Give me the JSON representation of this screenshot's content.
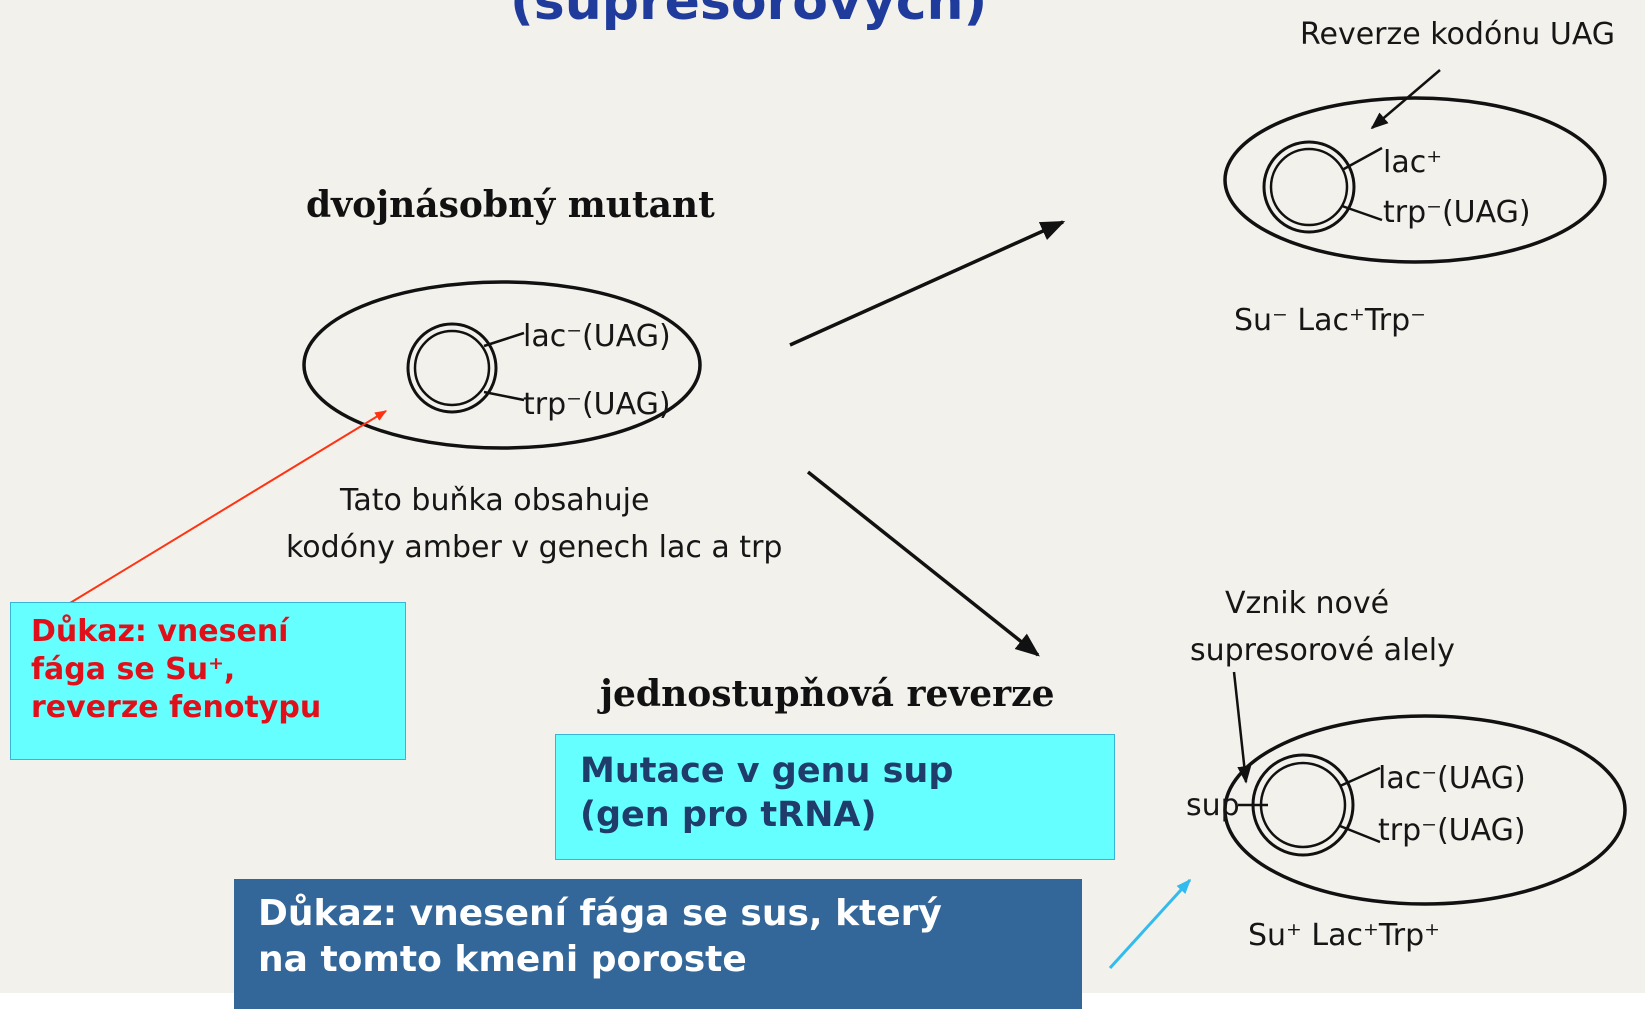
{
  "title": "(supresorových)",
  "labels": {
    "double_mutant": "dvojnásobný mutant",
    "single_step_reversion": "jednostupňová reverze",
    "reversion_codon": "Reverze kodónu UAG",
    "cell_description_1": "Tato buňka obsahuje",
    "cell_description_2": "kodóny amber v genech lac a trp",
    "new_suppressor_1": "Vznik nové",
    "new_suppressor_2": "supresorové alely"
  },
  "cells": {
    "left": {
      "gene1": "lac⁻(UAG)",
      "gene2": "trp⁻(UAG)"
    },
    "top_right": {
      "gene1": "lac⁺",
      "gene2": "trp⁻(UAG)",
      "phenotype": "Su⁻ Lac⁺Trp⁻"
    },
    "bottom_right": {
      "sup": "sup",
      "gene1": "lac⁻(UAG)",
      "gene2": "trp⁻(UAG)",
      "phenotype": "Su⁺ Lac⁺Trp⁺"
    }
  },
  "boxes": {
    "proof_su_lines": [
      "Důkaz: vnesení",
      "fága se Su⁺,",
      "reverze fenotypu"
    ],
    "mutation_sup_lines": [
      "Mutace v genu sup",
      "(gen pro tRNA)"
    ],
    "proof_sus_lines": [
      "Důkaz: vnesení fága se sus, který",
      "na tomto kmeni poroste"
    ]
  },
  "colors": {
    "title": "#1f3c9c",
    "cyan_box": "#66ffff",
    "red_text": "#e0101a",
    "blue_box": "#336699",
    "red_arrow": "#ff3311",
    "cyan_arrow": "#33bbee"
  }
}
